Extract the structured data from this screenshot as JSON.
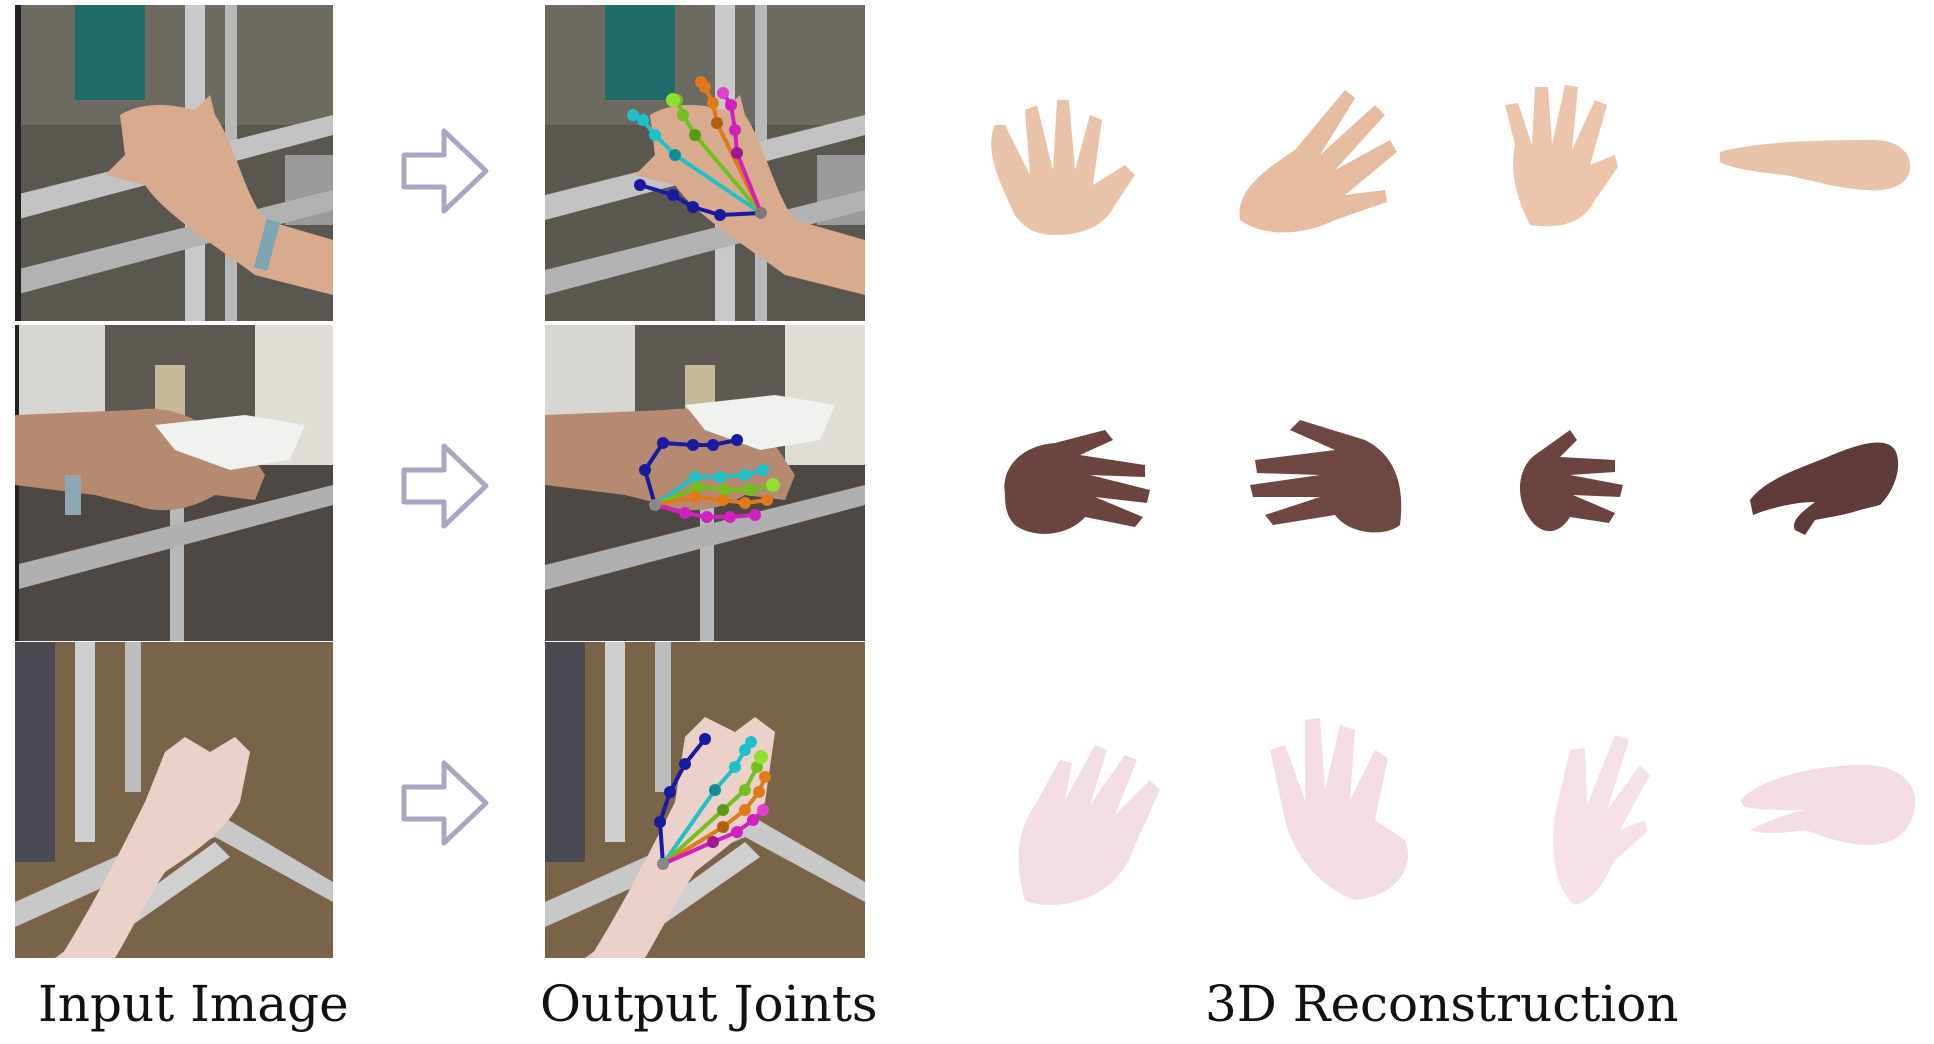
{
  "captions": {
    "input": "Input Image",
    "output": "Output Joints",
    "recon": "3D Reconstruction"
  },
  "colors": {
    "arrow": "#a9a6c4",
    "skin_light": "#e9c3a9",
    "skin_dark": "#6b4440",
    "skin_pale": "#f2dde2",
    "thumb": "#1a1aa0",
    "index": "#20c0c8",
    "middle": "#70c020",
    "ring": "#e07a18",
    "pinky": "#d020c0"
  },
  "rows": [
    {
      "name": "row-1",
      "skin": "light"
    },
    {
      "name": "row-2",
      "skin": "dark"
    },
    {
      "name": "row-3",
      "skin": "pale"
    }
  ]
}
